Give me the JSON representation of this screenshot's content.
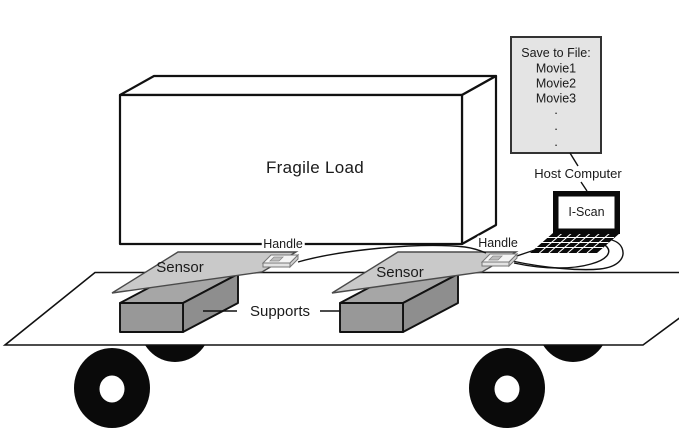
{
  "labels": {
    "fragile_load": "Fragile Load",
    "sensor_left": "Sensor",
    "sensor_right": "Sensor",
    "supports": "Supports",
    "handle_left": "Handle",
    "handle_right": "Handle",
    "host_computer": "Host Computer",
    "iscan": "I-Scan"
  },
  "save_dialog": {
    "title": "Save to File:",
    "files": [
      "Movie1",
      "Movie2",
      "Movie3"
    ],
    "dot": "."
  },
  "colors": {
    "background": "#ffffff",
    "line": "#111111",
    "sensor_plate": "#c9c9c9",
    "support_front": "#989898",
    "support_top": "#a6a6a6",
    "support_side": "#8e8e8e",
    "save_box_fill": "#e4e4e4",
    "laptop_black": "#0a0a0a",
    "wheel": "#0a0a0a",
    "handle_fill": "#f5f5f5"
  }
}
